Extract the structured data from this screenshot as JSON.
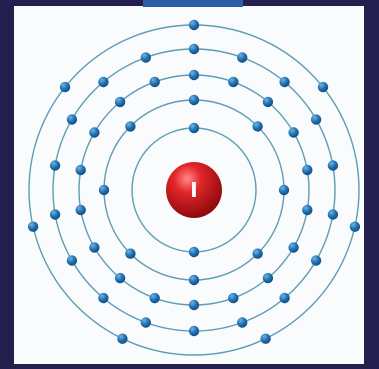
{
  "diagram": {
    "nucleus": {
      "label": "I",
      "color": "#d41418"
    },
    "shells": [
      {
        "electrons": 2
      },
      {
        "electrons": 8
      },
      {
        "electrons": 18
      },
      {
        "electrons": 18
      },
      {
        "electrons": 7
      }
    ],
    "colors": {
      "frame": "#241f4f",
      "panel": "#f9fbfd",
      "orbit": "#5f9db4",
      "electron": "#1f6fae",
      "top_tab": "#2a5fa3"
    }
  }
}
